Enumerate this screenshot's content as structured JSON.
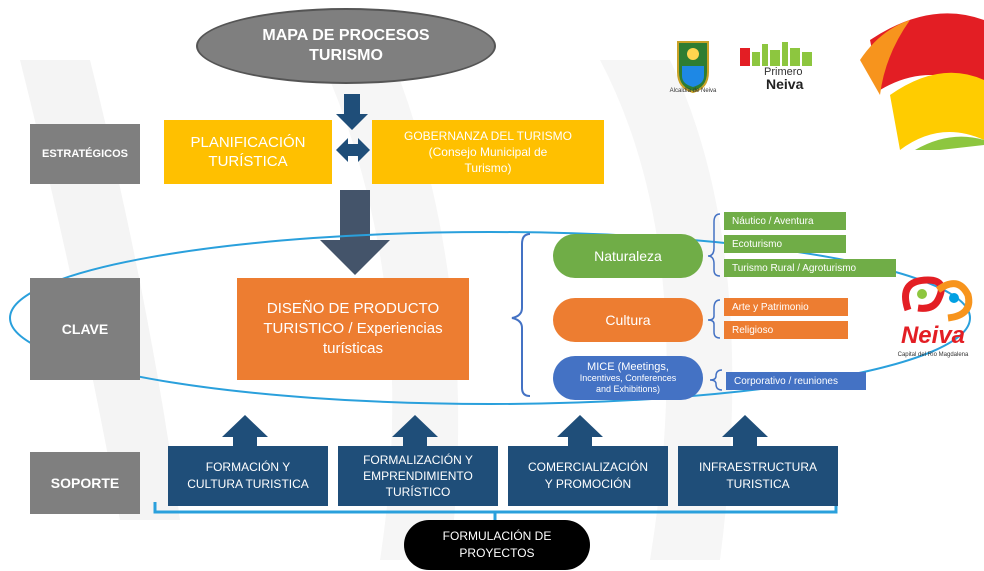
{
  "header": {
    "title_line1": "MAPA DE PROCESOS",
    "title_line2": "TURISMO"
  },
  "logos": {
    "alcaldia_caption": "Alcaldía de Neiva",
    "primero": "Primero",
    "neiva": "Neiva",
    "brand_neiva": "Neiva",
    "brand_caption": "Capital del Río Magdalena"
  },
  "levels": {
    "estrategicos": "ESTRATÉGICOS",
    "clave": "CLAVE",
    "soporte": "SOPORTE"
  },
  "strategic": {
    "planificacion_line1": "PLANIFICACIÓN",
    "planificacion_line2": "TURÍSTICA",
    "gobernanza_line1": "GOBERNANZA DEL TURISMO",
    "gobernanza_line2": "(Consejo Municipal de",
    "gobernanza_line3": "Turismo)"
  },
  "key": {
    "diseno_line1": "DISEÑO DE PRODUCTO",
    "diseno_line2": "TURISTICO / Experiencias",
    "diseno_line3": "turísticas",
    "naturaleza": "Naturaleza",
    "cultura": "Cultura",
    "mice_line1": "MICE (Meetings,",
    "mice_line2": "Incentives, Conferences",
    "mice_line3": "and Exhibitions)",
    "nat_items": [
      "Náutico / Aventura",
      "Ecoturismo",
      "Turismo Rural / Agroturismo"
    ],
    "cult_items": [
      "Arte y Patrimonio",
      "Religioso"
    ],
    "mice_items": [
      "Corporativo / reuniones"
    ]
  },
  "support": {
    "formacion_line1": "FORMACIÓN Y",
    "formacion_line2": "CULTURA TURISTICA",
    "formalizacion_line1": "FORMALIZACIÓN Y",
    "formalizacion_line2": "EMPRENDIMIENTO",
    "formalizacion_line3": "TURÍSTICO",
    "comercializacion_line1": "COMERCIALIZACIÓN",
    "comercializacion_line2": "Y PROMOCIÓN",
    "infraestructura_line1": "INFRAESTRUCTURA",
    "infraestructura_line2": "TURISTICA",
    "formulacion_line1": "FORMULACIÓN DE",
    "formulacion_line2": "PROYECTOS"
  },
  "colors": {
    "gray": "#7f7f7f",
    "yellow": "#ffc000",
    "orange": "#ed7d31",
    "navy": "#1f4e79",
    "green": "#70ad47",
    "blue": "#4472c4",
    "ellipse": "#2aa0dc"
  }
}
